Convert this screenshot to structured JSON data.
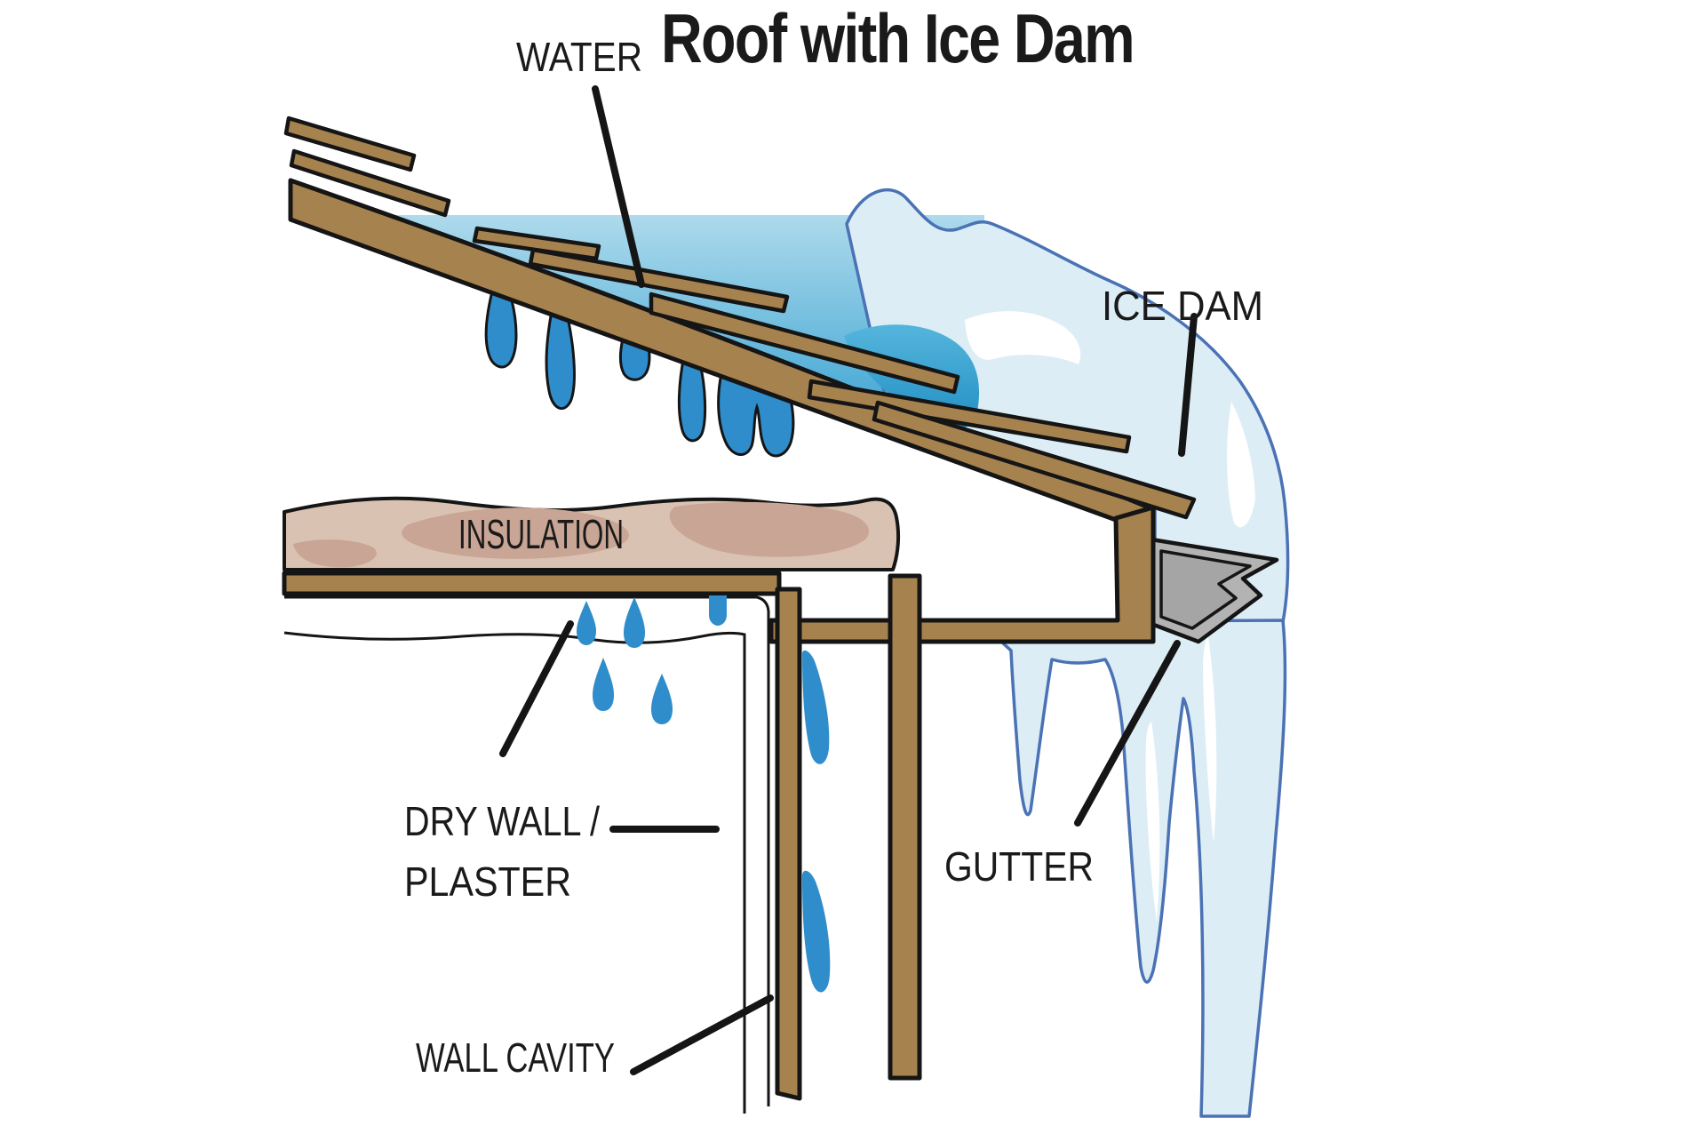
{
  "title": "Roof with Ice Dam",
  "labels": {
    "water": "WATER",
    "ice_dam": "ICE DAM",
    "insulation": "INSULATION",
    "dry_wall_line1": "DRY WALL /",
    "dry_wall_line2": "PLASTER",
    "gutter": "GUTTER",
    "wall_cavity": "WALL CAVITY"
  },
  "colors": {
    "label": "#1A1A1A",
    "line": "#151515",
    "wood": "#A6824E",
    "water_top": "#AEDAEC",
    "water_deep": "#1E96CC",
    "teal_top": "#53B4DB",
    "teal_deep": "#1E8CC2",
    "ice": "#DCEDF5",
    "ice_outline": "#4A72B4",
    "drip": "#2F8DCB",
    "insul": "#D9C2B2",
    "insul_patch": "#C8A595",
    "gutter": "#B3B3B3",
    "gutter_inner": "#A5A5A5"
  }
}
